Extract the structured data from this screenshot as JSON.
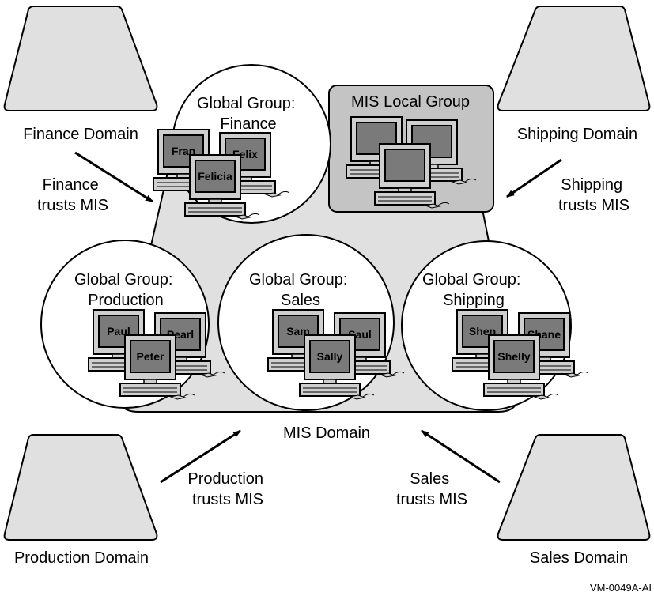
{
  "domains": {
    "finance": "Finance Domain",
    "shipping": "Shipping Domain",
    "production": "Production Domain",
    "sales": "Sales Domain",
    "mis": "MIS Domain"
  },
  "trusts": {
    "finance": [
      "Finance",
      "trusts MIS"
    ],
    "shipping": [
      "Shipping",
      "trusts MIS"
    ],
    "production": [
      "Production",
      "trusts MIS"
    ],
    "sales": [
      "Sales",
      "trusts MIS"
    ]
  },
  "local_group": {
    "title": "MIS Local Group"
  },
  "groups": {
    "finance": {
      "title": [
        "Global Group:",
        "Finance"
      ],
      "users": [
        "Fran",
        "Felix",
        "Felicia"
      ]
    },
    "production": {
      "title": [
        "Global Group:",
        "Production"
      ],
      "users": [
        "Paul",
        "Pearl",
        "Peter"
      ]
    },
    "sales": {
      "title": [
        "Global Group:",
        "Sales"
      ],
      "users": [
        "Sam",
        "Saul",
        "Sally"
      ]
    },
    "shipping": {
      "title": [
        "Global Group:",
        "Shipping"
      ],
      "users": [
        "Shep",
        "Shane",
        "Shelly"
      ]
    }
  },
  "figure_code": "VM-0049A-AI",
  "colors": {
    "domain_fill": "#e0e0e0",
    "local_group_fill": "#c4c4c4",
    "screen_fill": "#7a7a7a",
    "monitor_fill": "#cfcfcf"
  }
}
